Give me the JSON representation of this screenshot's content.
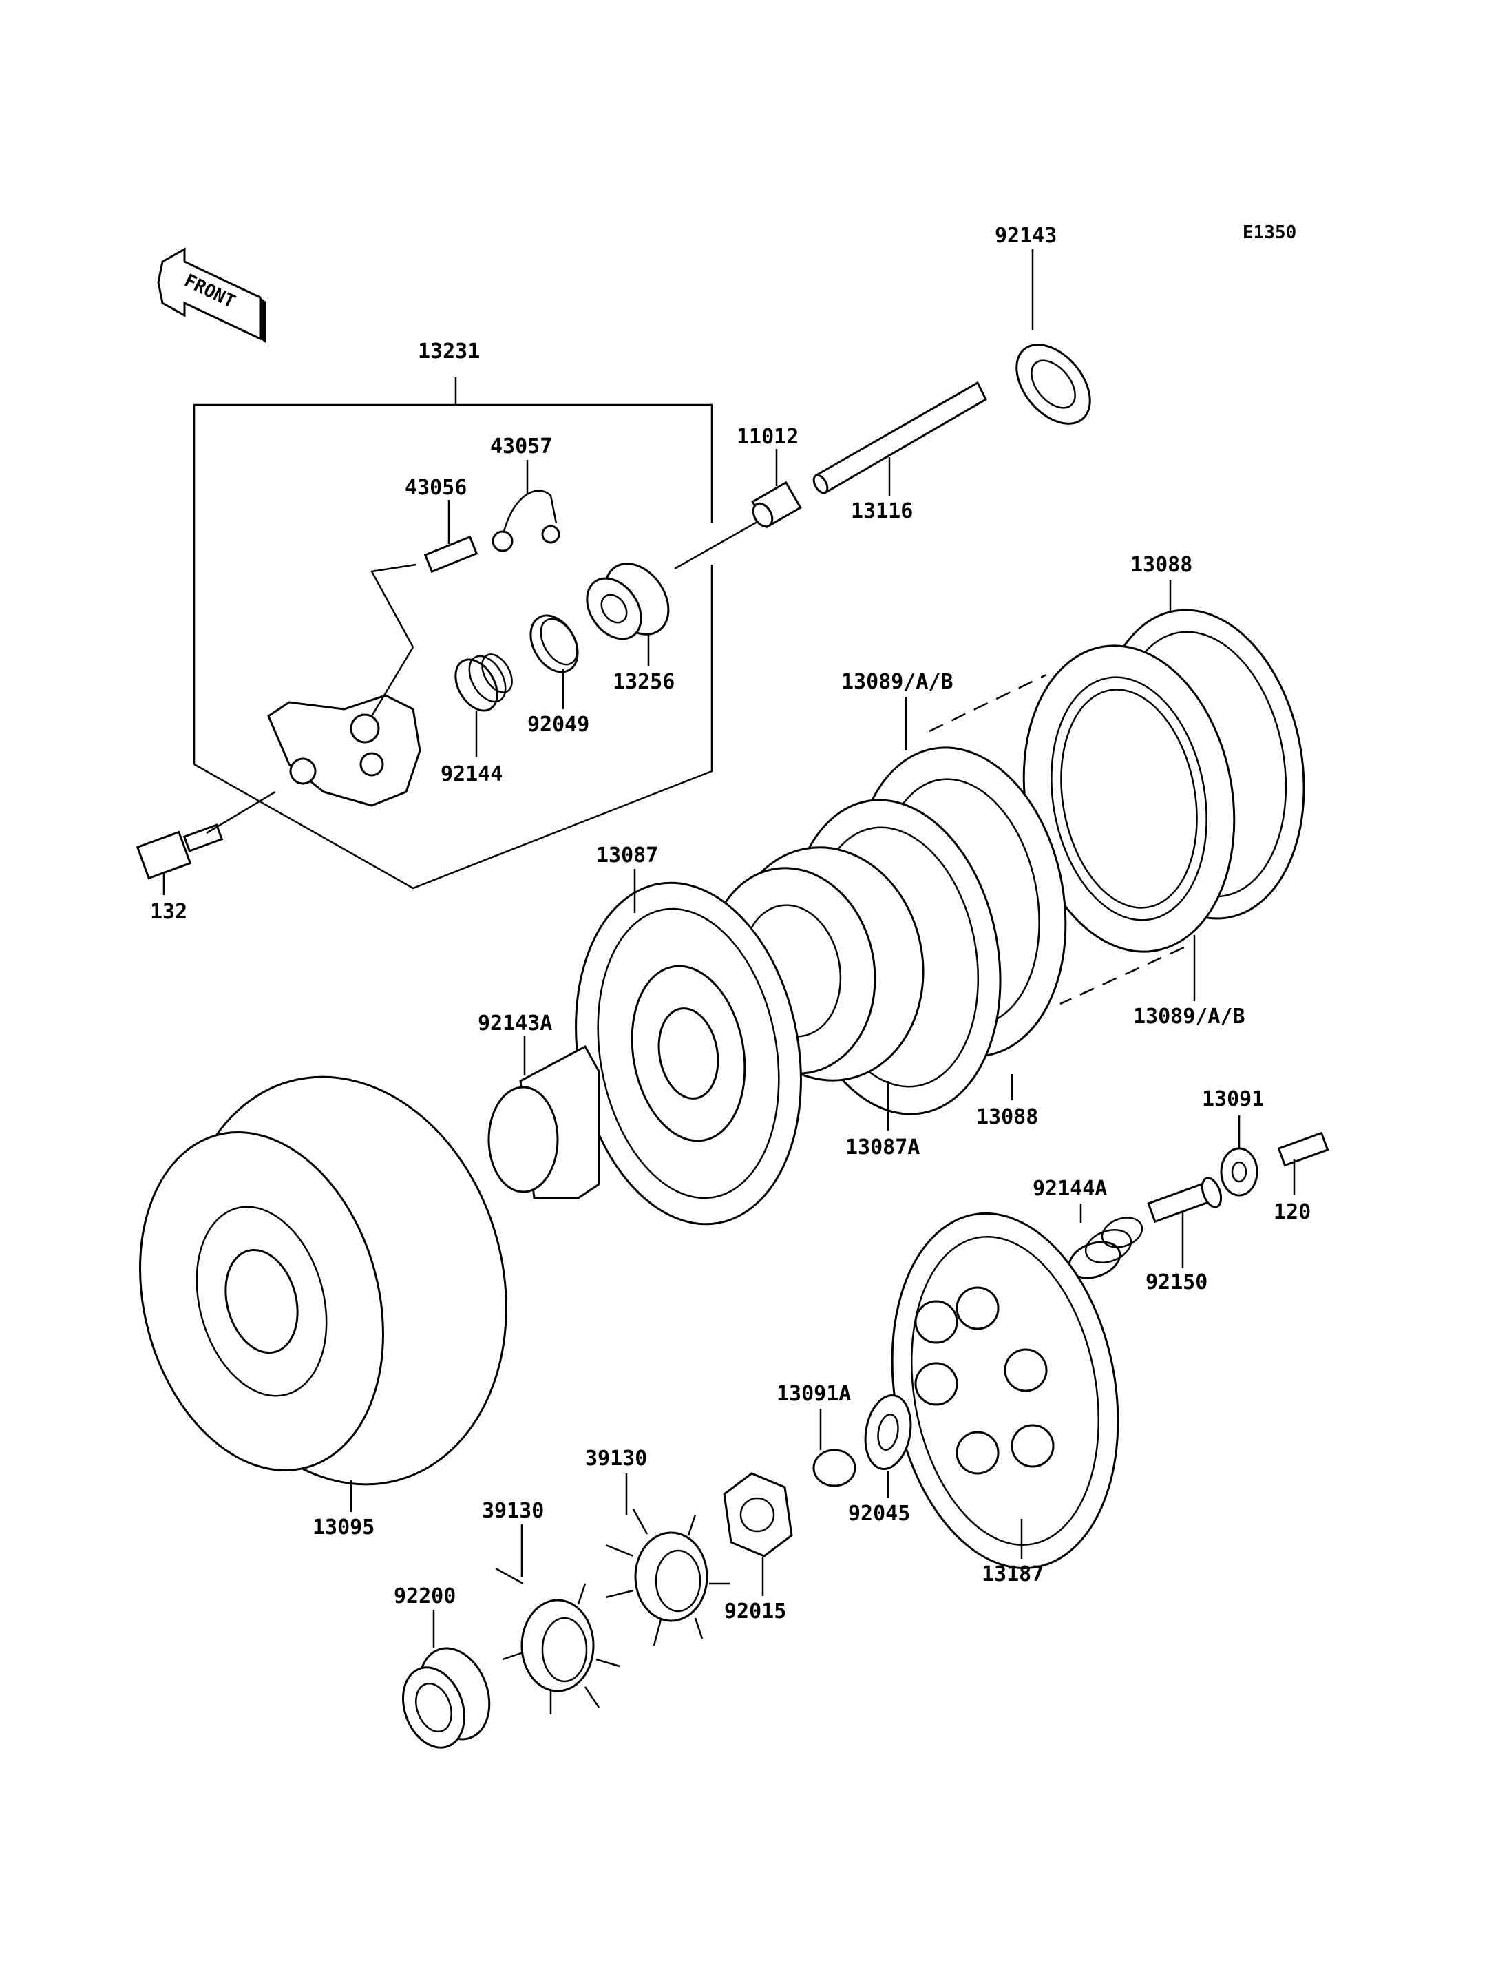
{
  "diagram_code": "E1350",
  "front_arrow": {
    "label": "FRONT",
    "icon": "front-arrow-icon"
  },
  "callouts": {
    "c92143": "92143",
    "c13231": "13231",
    "c43057": "43057",
    "c43056": "43056",
    "c11012": "11012",
    "c13116": "13116",
    "c13256": "13256",
    "c92049": "92049",
    "c92144": "92144",
    "c132": "132",
    "c13088_top": "13088",
    "c13089_top": "13089/A/B",
    "c13087": "13087",
    "c92143A": "92143A",
    "c13087A": "13087A",
    "c13088_bottom": "13088",
    "c13089_bottom": "13089/A/B",
    "c13091": "13091",
    "c120": "120",
    "c92144A": "92144A",
    "c92150": "92150",
    "c13091A": "13091A",
    "c39130_right": "39130",
    "c39130_left": "39130",
    "c92045": "92045",
    "c13095": "13095",
    "c13187": "13187",
    "c92015": "92015",
    "c92200": "92200"
  }
}
